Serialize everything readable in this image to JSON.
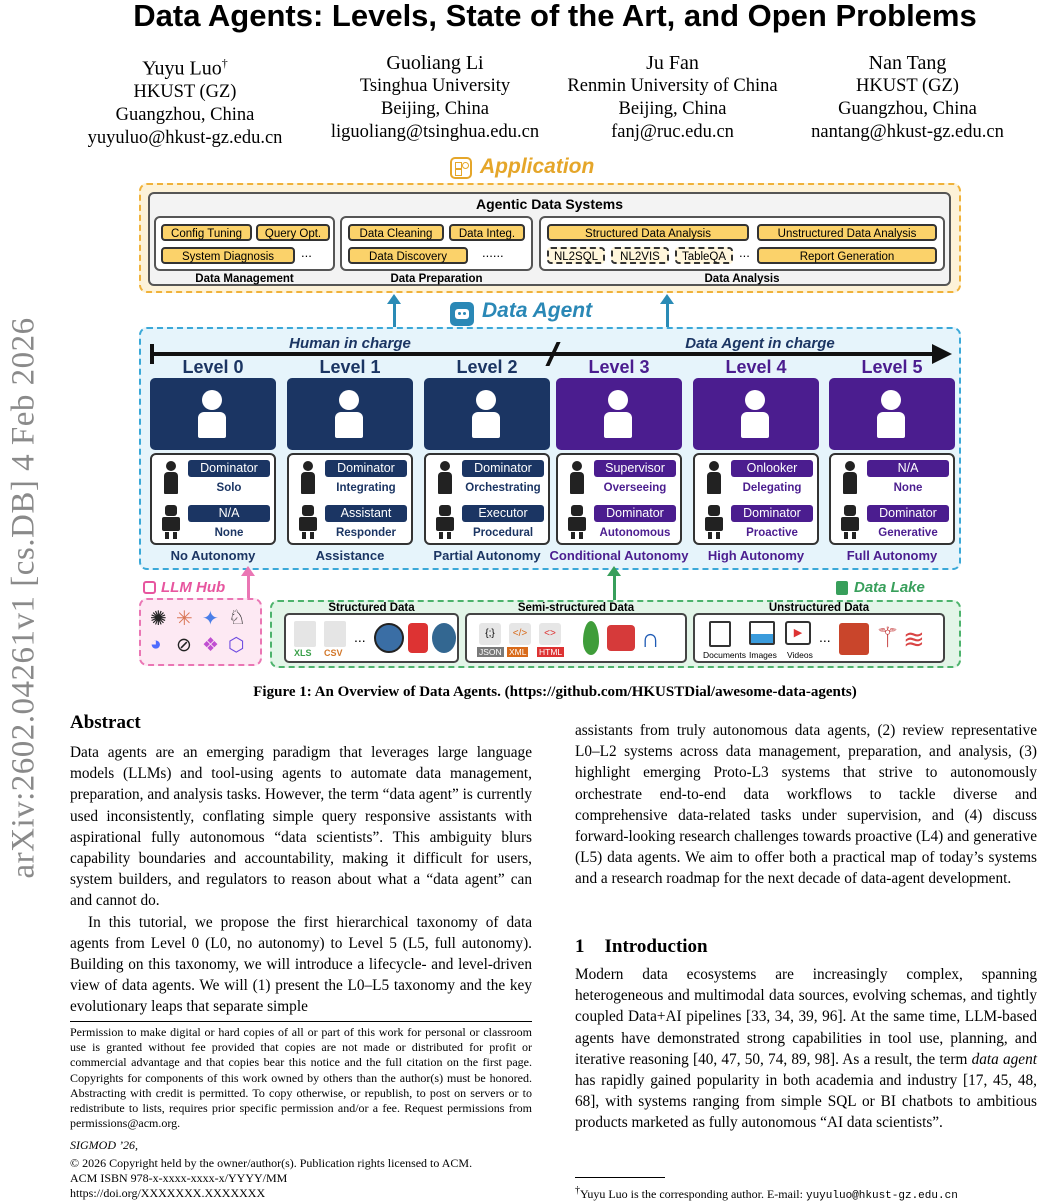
{
  "sidebar_stamp": "arXiv:2602.04261v1  [cs.DB]  4 Feb 2026",
  "title": "Data Agents: Levels, State of the Art, and Open Problems",
  "authors": [
    {
      "name": "Yuyu Luo",
      "mark": "†",
      "affiliation": "HKUST (GZ)",
      "location": "Guangzhou, China",
      "email": "yuyuluo@hkust-gz.edu.cn"
    },
    {
      "name": "Guoliang Li",
      "mark": "",
      "affiliation": "Tsinghua University",
      "location": "Beijing, China",
      "email": "liguoliang@tsinghua.edu.cn"
    },
    {
      "name": "Ju Fan",
      "mark": "",
      "affiliation": "Renmin University of China",
      "location": "Beijing, China",
      "email": "fanj@ruc.edu.cn"
    },
    {
      "name": "Nan Tang",
      "mark": "",
      "affiliation": "HKUST (GZ)",
      "location": "Guangzhou, China",
      "email": "nantang@hkust-gz.edu.cn"
    }
  ],
  "figure": {
    "application_title": "Application",
    "agentic_systems_title": "Agentic Data Systems",
    "groups": [
      {
        "label": "Data Management",
        "items": [
          "Config Tuning",
          "Query Opt.",
          "System Diagnosis",
          "..."
        ]
      },
      {
        "label": "Data Preparation",
        "items": [
          "Data Cleaning",
          "Data Integ.",
          "Data Discovery",
          "......"
        ]
      },
      {
        "label": "Data Analysis",
        "items": [
          "Structured Data Analysis",
          "Unstructured Data Analysis",
          "NL2SQL",
          "NL2VIS",
          "TableQA",
          "...",
          "Report Generation"
        ]
      }
    ],
    "data_agent_title": "Data Agent",
    "human_in_charge": "Human in charge",
    "agent_in_charge": "Data Agent in charge",
    "levels": [
      {
        "title": "Level 0",
        "role1": "Dominator",
        "sub1": "Solo",
        "role2": "N/A",
        "sub2": "None",
        "label": "No Autonomy"
      },
      {
        "title": "Level 1",
        "role1": "Dominator",
        "sub1": "Integrating",
        "role2": "Assistant",
        "sub2": "Responder",
        "label": "Assistance"
      },
      {
        "title": "Level 2",
        "role1": "Dominator",
        "sub1": "Orchestrating",
        "role2": "Executor",
        "sub2": "Procedural",
        "label": "Partial Autonomy"
      },
      {
        "title": "Level 3",
        "role1": "Supervisor",
        "sub1": "Overseeing",
        "role2": "Dominator",
        "sub2": "Autonomous",
        "label": "Conditional Autonomy"
      },
      {
        "title": "Level 4",
        "role1": "Onlooker",
        "sub1": "Delegating",
        "role2": "Dominator",
        "sub2": "Proactive",
        "label": "High Autonomy"
      },
      {
        "title": "Level 5",
        "role1": "N/A",
        "sub1": "None",
        "role2": "Dominator",
        "sub2": "Generative",
        "label": "Full Autonomy"
      }
    ],
    "llm_hub_title": "LLM Hub",
    "data_lake_title": "Data Lake",
    "lake_groups": [
      {
        "label": "Structured Data",
        "items": [
          "XLS",
          "CSV",
          "..."
        ]
      },
      {
        "label": "Semi-structured Data",
        "items": [
          "JSON",
          "XML",
          "HTML"
        ]
      },
      {
        "label": "Unstructured Data",
        "items": [
          "Documents",
          "Images",
          "Videos",
          "..."
        ]
      }
    ],
    "caption": "Figure 1: An Overview of Data Agents. (https://github.com/HKUSTDial/awesome-data-agents)"
  },
  "abstract": {
    "heading": "Abstract",
    "p1": "Data agents are an emerging paradigm that leverages large language models (LLMs) and tool-using agents to automate data management, preparation, and analysis tasks. However, the term “data agent” is currently used inconsistently, conflating simple query responsive assistants with aspirational fully autonomous “data scientists”. This ambiguity blurs capability boundaries and accountability, making it difficult for users, system builders, and regulators to reason about what a “data agent” can and cannot do.",
    "p2": "In this tutorial, we propose the first hierarchical taxonomy of data agents from Level 0 (L0, no autonomy) to Level 5 (L5, full autonomy). Building on this taxonomy, we will introduce a lifecycle- and level-driven view of data agents. We will (1) present the L0–L5 taxonomy and the key evolutionary leaps that separate simple",
    "p2_cont": "assistants from truly autonomous data agents, (2) review representative L0–L2 systems across data management, preparation, and analysis, (3) highlight emerging Proto-L3 systems that strive to autonomously orchestrate end-to-end data workflows to tackle diverse and comprehensive data-related tasks under supervision, and (4) discuss forward-looking research challenges towards proactive (L4) and generative (L5) data agents. We aim to offer both a practical map of today’s systems and a research roadmap for the next decade of data-agent development."
  },
  "permission_note": "Permission to make digital or hard copies of all or part of this work for personal or classroom use is granted without fee provided that copies are not made or distributed for profit or commercial advantage and that copies bear this notice and the full citation on the first page. Copyrights for components of this work owned by others than the author(s) must be honored. Abstracting with credit is permitted. To copy otherwise, or republish, to post on servers or to redistribute to lists, requires prior specific permission and/or a fee. Request permissions from permissions@acm.org.",
  "conference": "SIGMOD ’26,",
  "copyright": "© 2026 Copyright held by the owner/author(s). Publication rights licensed to ACM.",
  "isbn": "ACM ISBN 978-x-xxxx-xxxx-x/YYYY/MM",
  "doi": "https://doi.org/XXXXXXX.XXXXXXX",
  "intro": {
    "heading_num": "1",
    "heading": "Introduction",
    "p1_a": "Modern data ecosystems are increasingly complex, spanning heterogeneous and multimodal data sources, evolving schemas, and tightly coupled Data+AI pipelines [33, 34, 39, 96]. At the same time, LLM-based agents have demonstrated strong capabilities in tool use, planning, and iterative reasoning [40, 47, 50, 74, 89, 98]. As a result, the term ",
    "p1_em": "data agent",
    "p1_b": " has rapidly gained popularity in both academia and industry [17, 45, 48, 68], with systems ranging from simple SQL or BI chatbots to ambitious products marketed as fully autonomous “AI data scientists”."
  },
  "footnote": {
    "mark": "†",
    "text": "Yuyu Luo is the corresponding author. E-mail: ",
    "email": "yuyuluo@hkust-gz.edu.cn"
  },
  "colors": {
    "dark_navy": "#1b3563",
    "purple": "#4b1d8f",
    "app_orange": "#e5a62a",
    "agent_blue": "#2a88b6",
    "llm_pink": "#e7569f",
    "lake_green": "#389f5b"
  }
}
